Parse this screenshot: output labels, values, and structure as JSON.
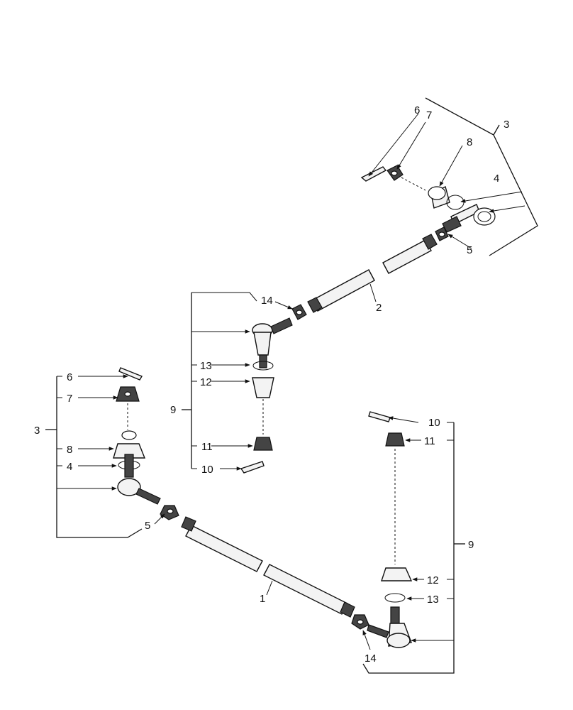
{
  "callouts": {
    "tie_rod_tube_lower": "1",
    "tie_rod_tube_upper": "2",
    "outer_end_upper": "3",
    "outer_end_lower": "3",
    "seal_upper": "4",
    "seal_lower": "4",
    "jam_nut_upper": "5",
    "jam_nut_lower": "5",
    "cotter_pin_upper": "6",
    "cotter_pin_lower": "6",
    "slotted_nut_upper": "7",
    "slotted_nut_lower": "7",
    "boot_upper": "8",
    "boot_lower": "8",
    "inner_end_upper": "9",
    "inner_end_lower": "9",
    "cotter_pin_inner_upper": "10",
    "cotter_pin_inner_lower": "10",
    "slotted_nut_inner_upper": "11",
    "slotted_nut_inner_lower": "11",
    "boot_inner_upper": "12",
    "boot_inner_lower": "12",
    "seal_inner_upper": "13",
    "seal_inner_lower": "13",
    "jam_nut_inner_upper": "14",
    "jam_nut_inner_lower": "14"
  }
}
